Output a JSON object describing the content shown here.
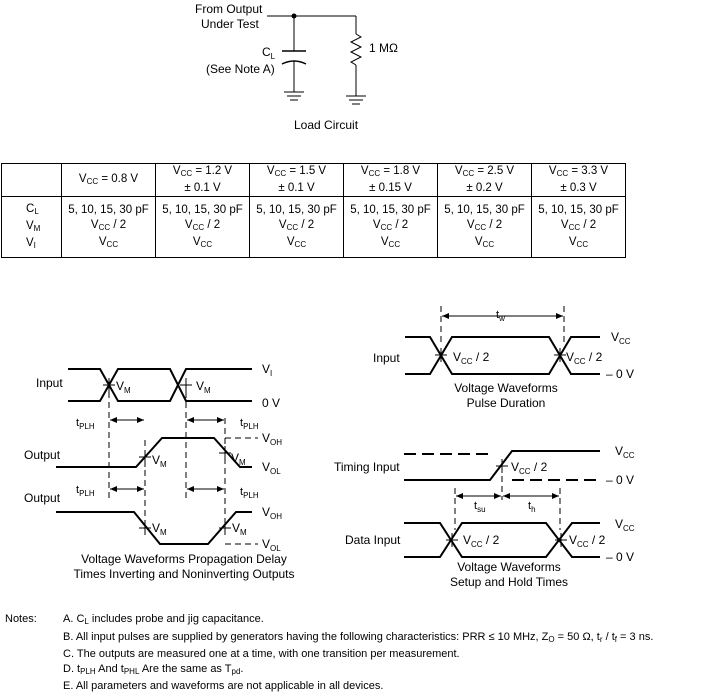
{
  "load_circuit": {
    "from_output_line1": "From Output",
    "from_output_line2": "Under Test",
    "cl_label": "C",
    "cl_sub": "L",
    "see_note": "(See Note A)",
    "resistor": "1 MΩ",
    "caption": "Load Circuit"
  },
  "table": {
    "columns": [
      {
        "line1": "V",
        "line1_sub": "CC",
        "line1_rest": " = 0.8 V",
        "line2": ""
      },
      {
        "line1": "V",
        "line1_sub": "CC",
        "line1_rest": " = 1.2 V",
        "line2": "± 0.1 V"
      },
      {
        "line1": "V",
        "line1_sub": "CC",
        "line1_rest": " = 1.5 V",
        "line2": "± 0.1 V"
      },
      {
        "line1": "V",
        "line1_sub": "CC",
        "line1_rest": " = 1.8 V",
        "line2": "± 0.15 V"
      },
      {
        "line1": "V",
        "line1_sub": "CC",
        "line1_rest": " = 2.5 V",
        "line2": "± 0.2 V"
      },
      {
        "line1": "V",
        "line1_sub": "CC",
        "line1_rest": " = 3.3 V",
        "line2": "± 0.3 V"
      }
    ],
    "row_labels": [
      {
        "main": "C",
        "sub": "L"
      },
      {
        "main": "V",
        "sub": "M"
      },
      {
        "main": "V",
        "sub": "I"
      }
    ],
    "cell_cl": "5, 10, 15, 30 pF",
    "cell_vm": {
      "main": "V",
      "sub": "CC",
      "rest": " / 2"
    },
    "cell_vi": {
      "main": "V",
      "sub": "CC"
    }
  },
  "prop_delay": {
    "input_label": "Input",
    "output_label": "Output",
    "vm": "V",
    "vm_sub": "M",
    "vi": "V",
    "vi_sub": "I",
    "zero_v": "0 V",
    "voh": "V",
    "voh_sub": "OH",
    "vol": "V",
    "vol_sub": "OL",
    "tplh": "t",
    "tplh_sub": "PLH",
    "caption_line1": "Voltage Waveforms Propagation Delay",
    "caption_line2": "Times Inverting and Noninverting Outputs"
  },
  "pulse_duration": {
    "input_label": "Input",
    "tw": "t",
    "tw_sub": "w",
    "vcc_half": "V",
    "vcc_sub": "CC",
    "vcc_half_rest": " / 2",
    "vcc": "V",
    "vcc_rail_sub": "CC",
    "zero_v": "0 V",
    "caption_line1": "Voltage Waveforms",
    "caption_line2": "Pulse Duration"
  },
  "setup_hold": {
    "timing_input_label": "Timing Input",
    "data_input_label": "Data Input",
    "tsu": "t",
    "tsu_sub": "su",
    "th": "t",
    "th_sub": "h",
    "zero_v": "0 V",
    "caption_line1": "Voltage Waveforms",
    "caption_line2": "Setup and Hold Times"
  },
  "notes": {
    "label": "Notes:",
    "a_pre": "A. C",
    "a_sub": "L",
    "a_post": " includes probe and jig capacitance.",
    "b_pre": "B. All input pulses are supplied by generators having the following characteristics: PRR ≤ 10 MHz, Z",
    "b_sub1": "O",
    "b_mid1": " = 50 Ω, t",
    "b_sub2": "r",
    "b_mid2": " / t",
    "b_sub3": "f",
    "b_post": " = 3 ns.",
    "c": "C. The outputs are measured one at a time, with one transition per measurement.",
    "d_pre": "D. t",
    "d_sub1": "PLH",
    "d_mid": " And t",
    "d_sub2": "PHL",
    "d_mid2": " Are the same as T",
    "d_sub3": "pd",
    "d_post": ".",
    "e": "E. All parameters and waveforms are not applicable in all devices."
  }
}
